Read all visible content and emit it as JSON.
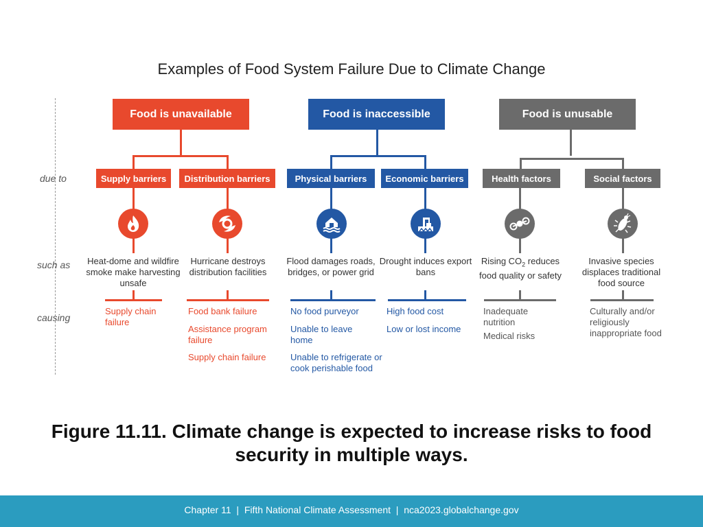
{
  "title": "Examples of Food System Failure Due to Climate Change",
  "row_labels": {
    "due_to": "due to",
    "such_as": "such as",
    "causing": "causing"
  },
  "colors": {
    "red": "#e8492d",
    "blue": "#2358a4",
    "gray": "#6b6b6b",
    "footer": "#2b9cbf"
  },
  "categories": [
    {
      "label": "Food is unavailable",
      "color": "#e8492d"
    },
    {
      "label": "Food is inaccessible",
      "color": "#2358a4"
    },
    {
      "label": "Food is unusable",
      "color": "#6b6b6b"
    }
  ],
  "barriers": [
    {
      "label": "Supply barriers",
      "icon": "fire-icon",
      "example": "Heat-dome and wildfire smoke make harvesting unsafe",
      "consequences": [
        "Supply chain failure"
      ]
    },
    {
      "label": "Distribution barriers",
      "icon": "hurricane-icon",
      "example": "Hurricane destroys distribution facilities",
      "consequences": [
        "Food bank failure",
        "Assistance program failure",
        "Supply chain failure"
      ]
    },
    {
      "label": "Physical barriers",
      "icon": "flooded-house-icon",
      "example": "Flood damages roads, bridges, or power grid",
      "consequences": [
        "No food purveyor",
        "Unable to leave home",
        "Unable to refrigerate or cook perishable food"
      ]
    },
    {
      "label": "Economic barriers",
      "icon": "drought-dock-icon",
      "example": "Drought induces export bans",
      "consequences": [
        "High food cost",
        "Low or lost income"
      ]
    },
    {
      "label": "Health factors",
      "icon": "co2-molecule-icon",
      "example_pre": "Rising CO",
      "example_sub": "2",
      "example_post": " reduces food quality or safety",
      "consequences": [
        "Inadequate nutrition",
        "Medical risks"
      ]
    },
    {
      "label": "Social factors",
      "icon": "invasive-insect-icon",
      "example": "Invasive species displaces traditional food source",
      "consequences": [
        "Culturally and/or religiously inappropriate food"
      ]
    }
  ],
  "caption": "Figure 11.11. Climate change is expected to increase risks to food security in multiple ways.",
  "footer": "Chapter 11  |  Fifth National Climate Assessment  |  nca2023.globalchange.gov"
}
